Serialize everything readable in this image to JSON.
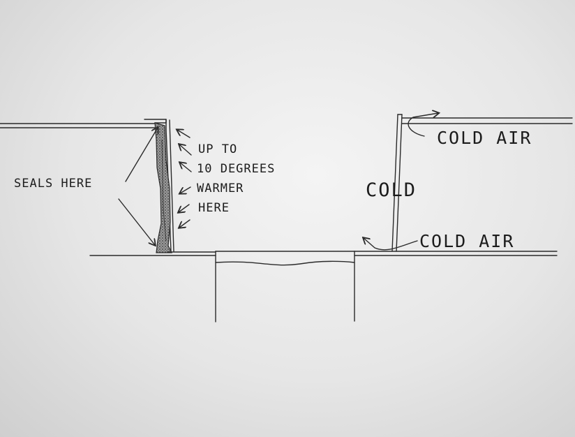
{
  "labels": {
    "seals_here": "SEALS HERE",
    "warmer_note": [
      "UP TO",
      "10 DEGREES",
      "WARMER",
      "HERE"
    ],
    "cold": "COLD",
    "cold_air_top": "COLD AIR",
    "cold_air_bottom": "COLD AIR"
  },
  "colors": {
    "ink": "#1c1c1c",
    "paper": "#e8e8e8",
    "seal_fill": "#8a8a8a"
  }
}
